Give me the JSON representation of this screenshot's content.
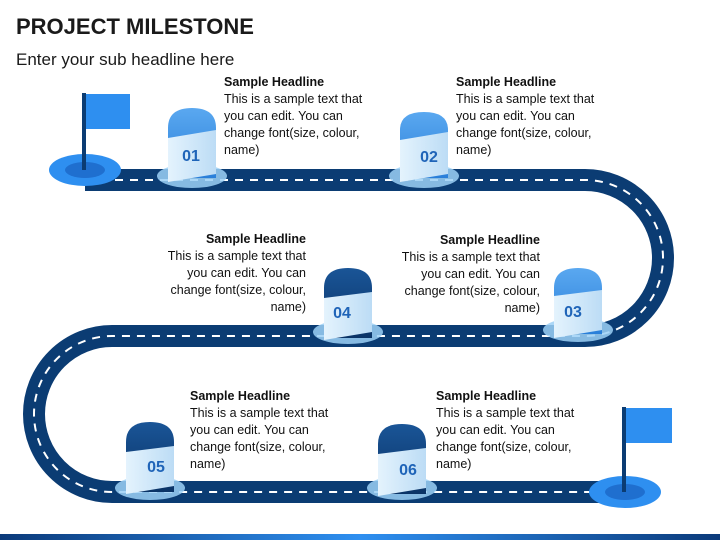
{
  "header": {
    "title": "PROJECT MILESTONE",
    "subtitle": "Enter your sub headline here"
  },
  "colors": {
    "road": "#0b3c73",
    "road_dash": "#ffffff",
    "flag": "#2e8ff0",
    "base": "#9cd0f6",
    "marker_top_light": "#3a8ee6",
    "marker_top_dark": "#0b3c73",
    "marker_face": "#d6ecfb",
    "number": "#1f64b8"
  },
  "milestones": [
    {
      "number": "01",
      "headline": "Sample Headline",
      "body": "This is a sample text that you can edit. You can change font(size, colour, name)"
    },
    {
      "number": "02",
      "headline": "Sample Headline",
      "body": "This is a sample text that you can edit. You can change font(size, colour, name)"
    },
    {
      "number": "03",
      "headline": "Sample Headline",
      "body": "This is a sample text that you can edit. You can change font(size, colour, name)"
    },
    {
      "number": "04",
      "headline": "Sample Headline",
      "body": "This is a sample text that you can edit. You can change font(size, colour, name)"
    },
    {
      "number": "05",
      "headline": "Sample Headline",
      "body": "This is a sample text that you can edit. You can change font(size, colour, name)"
    },
    {
      "number": "06",
      "headline": "Sample Headline",
      "body": "This is a sample text that you can edit. You can change font(size, colour, name)"
    }
  ]
}
